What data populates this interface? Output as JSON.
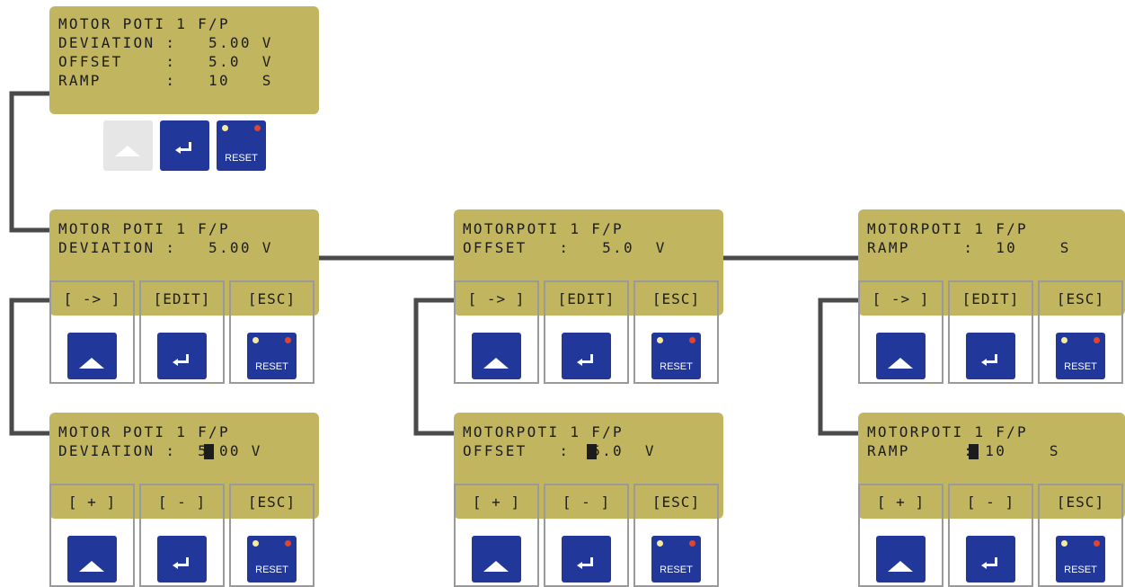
{
  "top_panel": {
    "lines": [
      "MOTOR POTI 1 F/P",
      "DEVIATION :   5.00 V",
      "OFFSET    :   5.0  V",
      "RAMP      :   10   S"
    ],
    "reset_label": "RESET"
  },
  "panels": [
    {
      "menu_lines": [
        "MOTOR POTI 1 F/P",
        "DEVIATION :   5.00 V"
      ],
      "menu_keys": [
        "[ -> ]",
        "[EDIT]",
        "[ESC]"
      ],
      "edit_lines": [
        "MOTOR POTI 1 F/P",
        "DEVIATION :  5.00 V"
      ],
      "edit_keys": [
        "[ + ]",
        "[ - ]",
        "[ESC]"
      ]
    },
    {
      "menu_lines": [
        "MOTORPOTI 1 F/P",
        "OFFSET   :   5.0  V"
      ],
      "menu_keys": [
        "[ -> ]",
        "[EDIT]",
        "[ESC]"
      ],
      "edit_lines": [
        "MOTORPOTI 1 F/P",
        "OFFSET   :  5.0  V"
      ],
      "edit_keys": [
        "[ + ]",
        "[ - ]",
        "[ESC]"
      ]
    },
    {
      "menu_lines": [
        "MOTORPOTI 1 F/P",
        "RAMP     :  10    S"
      ],
      "menu_keys": [
        "[ -> ]",
        "[EDIT]",
        "[ESC]"
      ],
      "edit_lines": [
        "MOTORPOTI 1 F/P",
        "RAMP     : 10    S"
      ],
      "edit_keys": [
        "[ + ]",
        "[ - ]",
        "[ESC]"
      ]
    }
  ],
  "reset_label": "RESET"
}
